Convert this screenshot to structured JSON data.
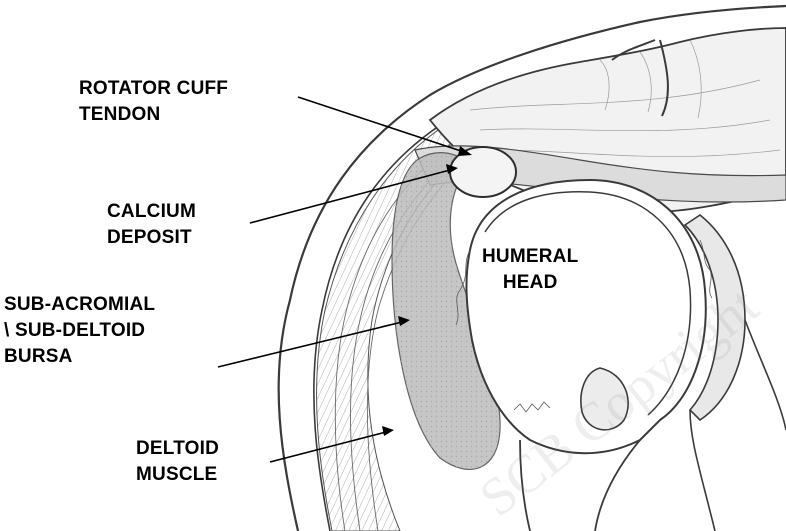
{
  "labels": {
    "rotator_cuff_line1": "ROTATOR CUFF",
    "rotator_cuff_line2": "TENDON",
    "calcium_line1": "CALCIUM",
    "calcium_line2": "DEPOSIT",
    "bursa_line1": "SUB-ACROMIAL",
    "bursa_line2": "\\ SUB-DELTOID",
    "bursa_line3": "BURSA",
    "humeral_line1": "HUMERAL",
    "humeral_line2": "HEAD",
    "deltoid_line1": "DELTOID",
    "deltoid_line2": "MUSCLE"
  },
  "watermark": "SCB Copyright",
  "colors": {
    "ink": "#000000",
    "stroke": "#3a3a3a",
    "shade": "#d9d9d9",
    "tendon_fill": "#cfcfcf"
  }
}
